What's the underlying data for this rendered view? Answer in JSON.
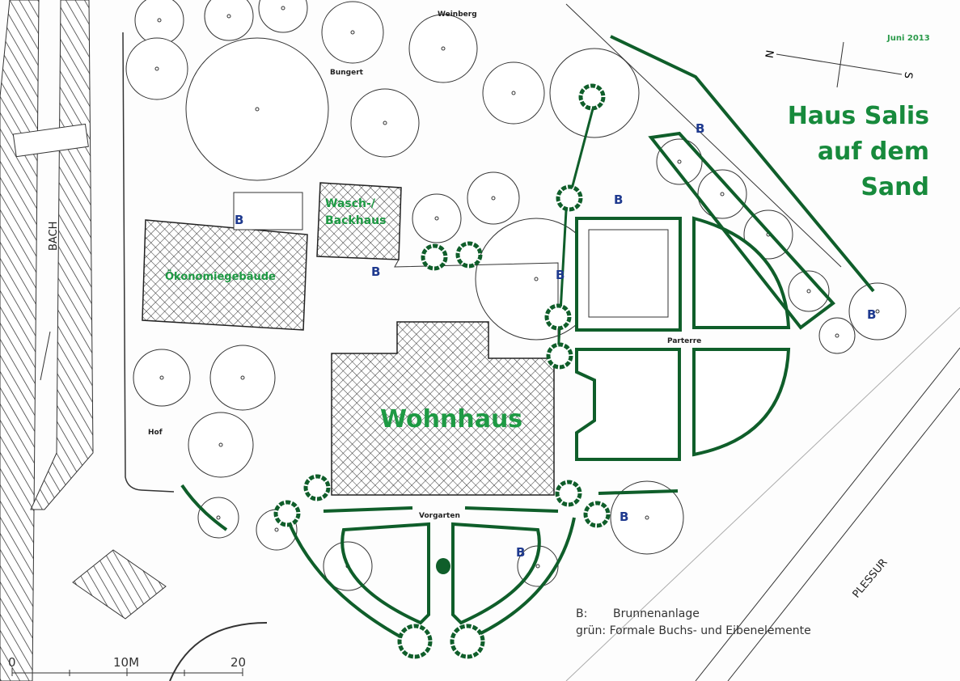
{
  "title": {
    "line1": "Haus Salis",
    "line2": "auf dem",
    "line3": "Sand"
  },
  "date": "Juni 2013",
  "compass": {
    "north": "N",
    "south": "S"
  },
  "labels": {
    "weinberg": "Weinberg",
    "bungert": "Bungert",
    "bach": "BACH",
    "hof": "Hof",
    "parterre": "Parterre",
    "vorgarten": "Vorgarten",
    "plessur": "PLESSUR",
    "oekonomie": "Ökonomiegebäude",
    "wasch1": "Wasch-/",
    "wasch2": "Backhaus",
    "wohnhaus": "Wohnhaus"
  },
  "fountain_marker": "B",
  "legend": {
    "b_key": "B:",
    "b_text": "Brunnenanlage",
    "green_key": "grün:",
    "green_text": "Formale Buchs- und Eibenelemente"
  },
  "scale": {
    "t0": "0",
    "t1": "10M",
    "t2": "20"
  },
  "colors": {
    "green_line": "#0f5e2a",
    "green_text": "#1e9a44",
    "marker": "#1f3a8f"
  }
}
